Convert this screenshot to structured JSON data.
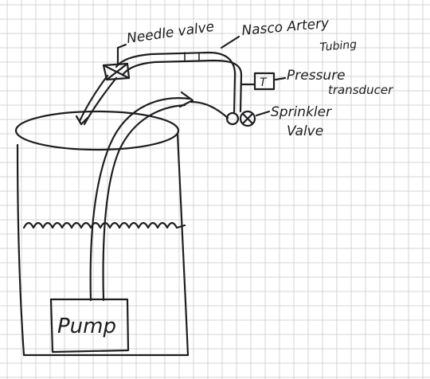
{
  "colors": {
    "paper": "#ffffff",
    "grid": "#c9c9cb",
    "ink": "#1e1d1f"
  },
  "labels": {
    "needle_valve": "Needle valve",
    "tubing_line1": "Nasco Artery",
    "tubing_line2": "Tubing",
    "transducer_line1": "Pressure",
    "transducer_line2": "transducer",
    "transducer_mark": "T",
    "sprinkler_line1": "Sprinkler",
    "sprinkler_line2": "Valve",
    "pump": "Pump"
  }
}
